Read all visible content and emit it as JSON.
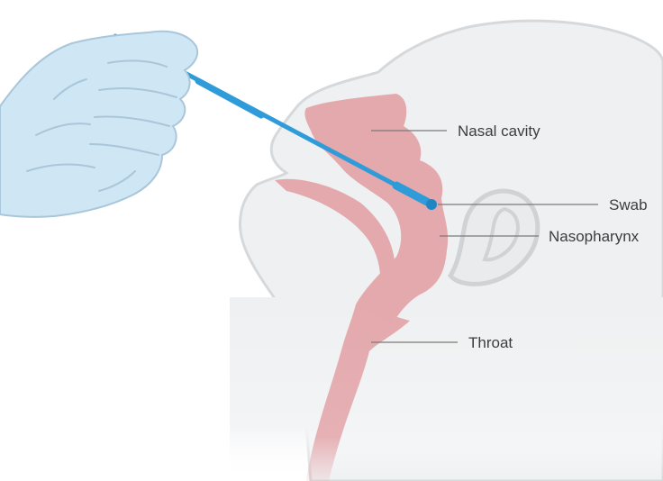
{
  "labels": {
    "nasal_cavity": "Nasal cavity",
    "swab": "Swab",
    "nasopharynx": "Nasopharynx",
    "throat": "Throat"
  },
  "colors": {
    "background": "#ffffff",
    "head_fill": "#eef0f1",
    "head_outline": "#d6d9db",
    "airway": "#e4a9ad",
    "swab": "#2f9bd8",
    "glove_fill": "#cfe6f4",
    "glove_line": "#a9c6da",
    "leader_line": "#7a7a7a",
    "label_text": "#3d3d3d"
  }
}
